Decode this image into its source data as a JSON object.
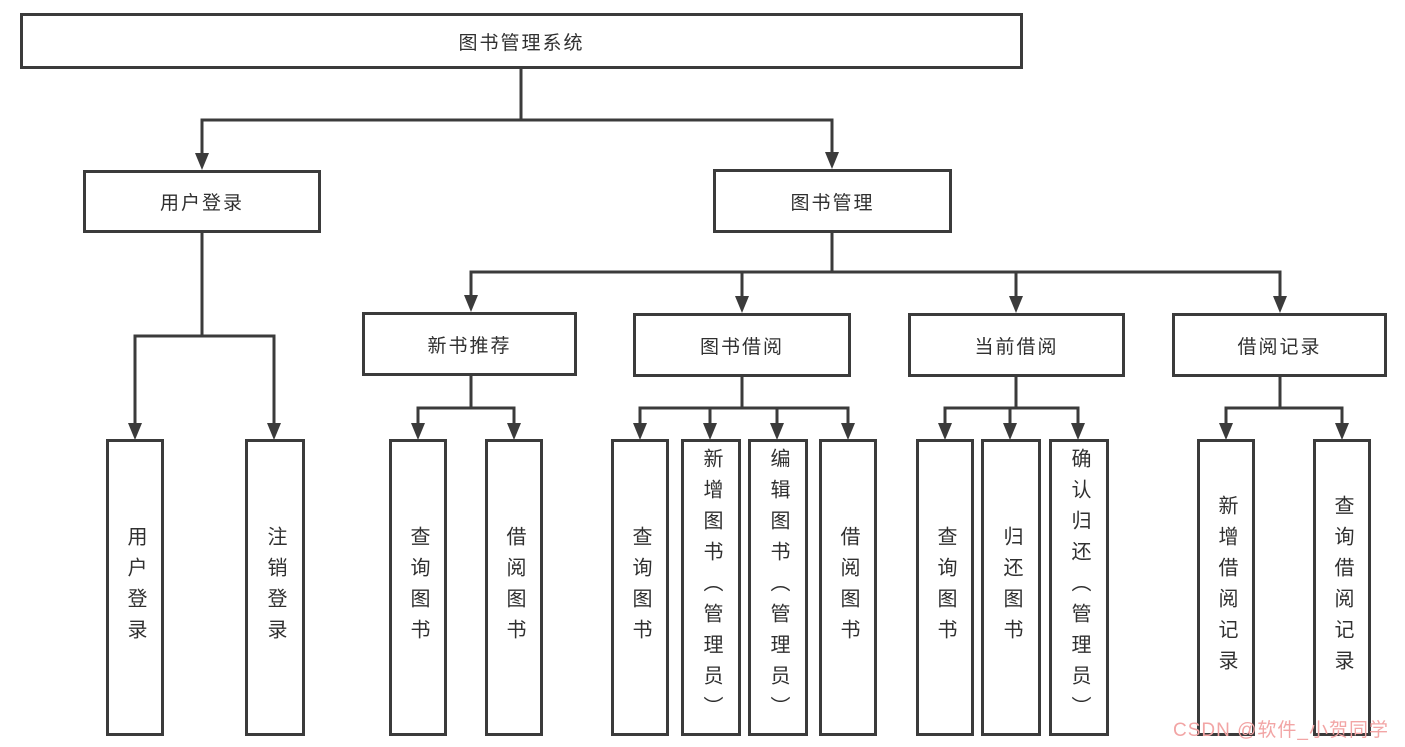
{
  "diagram": {
    "title": "图书管理系统",
    "branches": [
      {
        "label": "用户登录",
        "children": [
          {
            "label": "用户登录"
          },
          {
            "label": "注销登录"
          }
        ]
      },
      {
        "label": "图书管理",
        "children": [
          {
            "label": "新书推荐",
            "children": [
              {
                "label": "查询图书"
              },
              {
                "label": "借阅图书"
              }
            ]
          },
          {
            "label": "图书借阅",
            "children": [
              {
                "label": "查询图书"
              },
              {
                "label": "新增图书（管理员）"
              },
              {
                "label": "编辑图书（管理员）"
              },
              {
                "label": "借阅图书"
              }
            ]
          },
          {
            "label": "当前借阅",
            "children": [
              {
                "label": "查询图书"
              },
              {
                "label": "归还图书"
              },
              {
                "label": "确认归还（管理员）"
              }
            ]
          },
          {
            "label": "借阅记录",
            "children": [
              {
                "label": "新增借阅记录"
              },
              {
                "label": "查询借阅记录"
              }
            ]
          }
        ]
      }
    ]
  },
  "watermark": {
    "text": "CSDN @软件_小贺同学",
    "color": "#f2a5a5"
  },
  "colors": {
    "line": "#3b3b3b",
    "text": "#303030",
    "background": "#ffffff"
  }
}
